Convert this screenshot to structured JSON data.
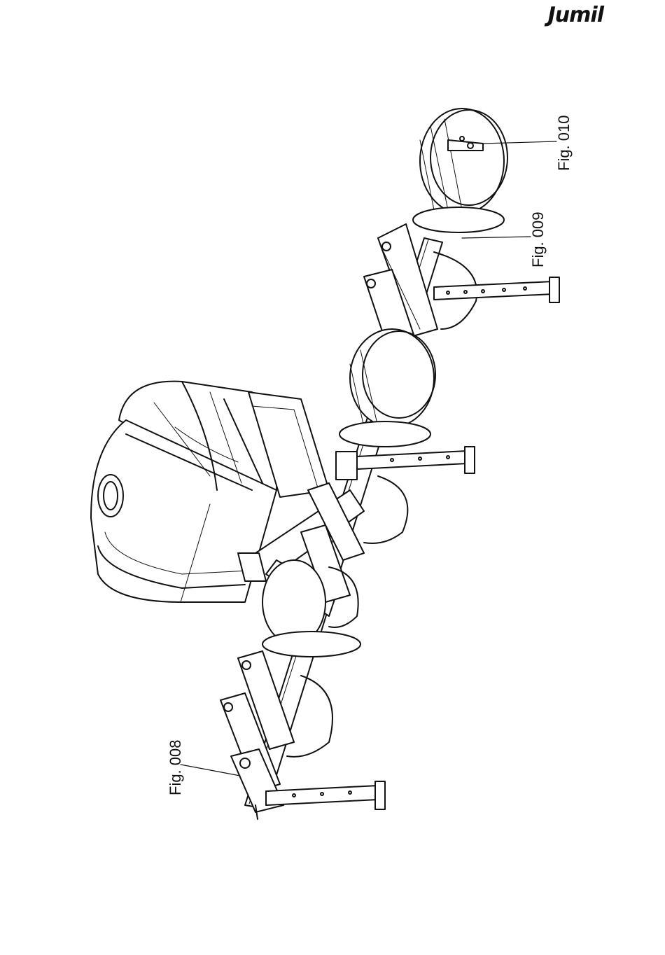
{
  "brand": {
    "logo_text": "Jumil"
  },
  "callouts": {
    "fig_008": "Fig. 008",
    "fig_009": "Fig. 009",
    "fig_010": "Fig. 010"
  },
  "colors": {
    "ink": "#111111",
    "paper": "#ffffff"
  },
  "icons": {
    "logo": "jumil-logo"
  }
}
